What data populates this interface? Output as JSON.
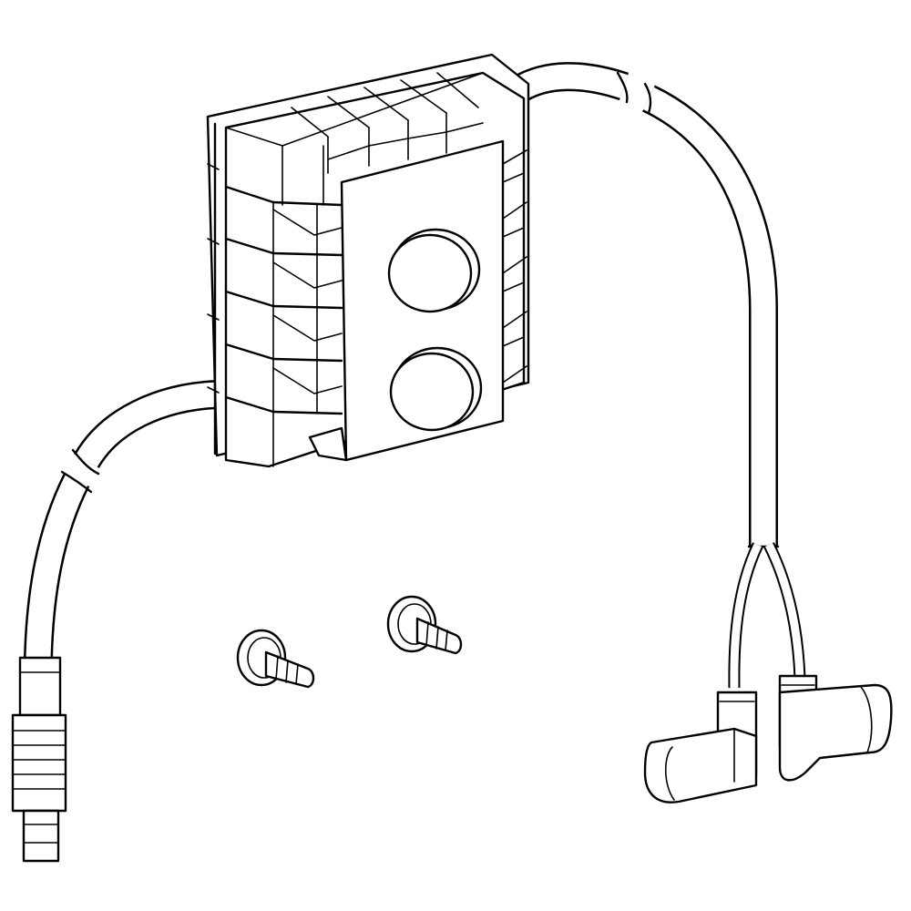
{
  "figure": {
    "background": "#ffffff",
    "line_color": "#000000",
    "style": "monochrome line-art exploded view",
    "parts": [
      {
        "id": "control-module",
        "icon": "electronic-module-icon"
      },
      {
        "id": "push-button-top",
        "icon": "round-button-icon"
      },
      {
        "id": "push-button-bottom",
        "icon": "round-button-icon"
      },
      {
        "id": "left-cable",
        "icon": "cable-icon"
      },
      {
        "id": "plug-connector",
        "icon": "plug-icon"
      },
      {
        "id": "right-cable",
        "icon": "cable-icon"
      },
      {
        "id": "flat-connector-left",
        "icon": "flat-plug-icon"
      },
      {
        "id": "flat-connector-right",
        "icon": "flat-plug-icon"
      },
      {
        "id": "screw-left",
        "icon": "screw-icon"
      },
      {
        "id": "screw-right",
        "icon": "screw-icon"
      }
    ]
  }
}
